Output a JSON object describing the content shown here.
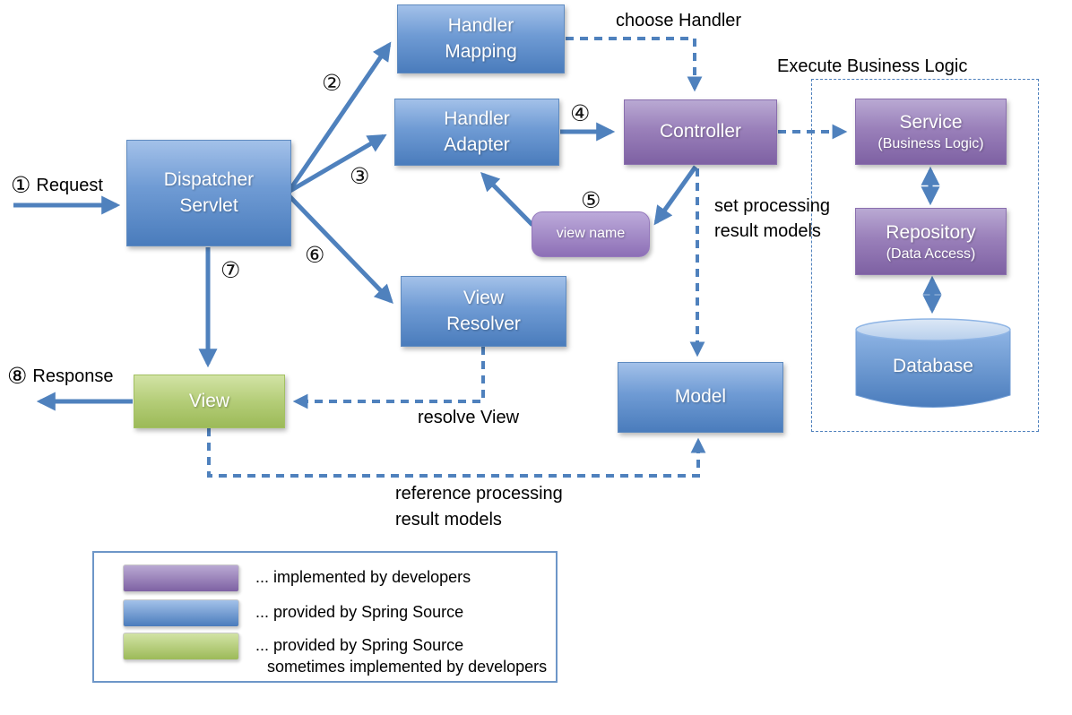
{
  "colors": {
    "spring_blue": "#4a7cbc",
    "developer_purple": "#7e61a3",
    "view_green": "#9cba58",
    "arrow_blue": "#4f81bd"
  },
  "nodes": {
    "dispatcher": {
      "line1": "Dispatcher",
      "line2": "Servlet"
    },
    "handler_mapping": {
      "line1": "Handler",
      "line2": "Mapping"
    },
    "handler_adapter": {
      "line1": "Handler",
      "line2": "Adapter"
    },
    "controller": {
      "label": "Controller"
    },
    "view_name": {
      "label": "view name"
    },
    "view_resolver": {
      "line1": "View",
      "line2": "Resolver"
    },
    "view": {
      "label": "View"
    },
    "model": {
      "label": "Model"
    },
    "service": {
      "title": "Service",
      "subtitle": "(Business Logic)"
    },
    "repository": {
      "title": "Repository",
      "subtitle": "(Data Access)"
    },
    "database": {
      "label": "Database"
    }
  },
  "steps": {
    "s1": "①",
    "s2": "②",
    "s3": "③",
    "s4": "④",
    "s5": "⑤",
    "s6": "⑥",
    "s7": "⑦",
    "s8": "⑧"
  },
  "labels": {
    "request": "Request",
    "response": "Response",
    "choose_handler": "choose Handler",
    "execute_business_logic": "Execute Business Logic",
    "set_processing_line1": "set processing",
    "set_processing_line2": "result models",
    "resolve_view": "resolve View",
    "reference_line1": "reference processing",
    "reference_line2": "result models"
  },
  "legend": {
    "items": [
      {
        "color": "purple",
        "text": "... implemented by developers"
      },
      {
        "color": "blue",
        "text": "... provided by Spring Source"
      },
      {
        "color": "green",
        "text": "... provided by Spring Source",
        "text2": "sometimes implemented by developers"
      }
    ]
  }
}
